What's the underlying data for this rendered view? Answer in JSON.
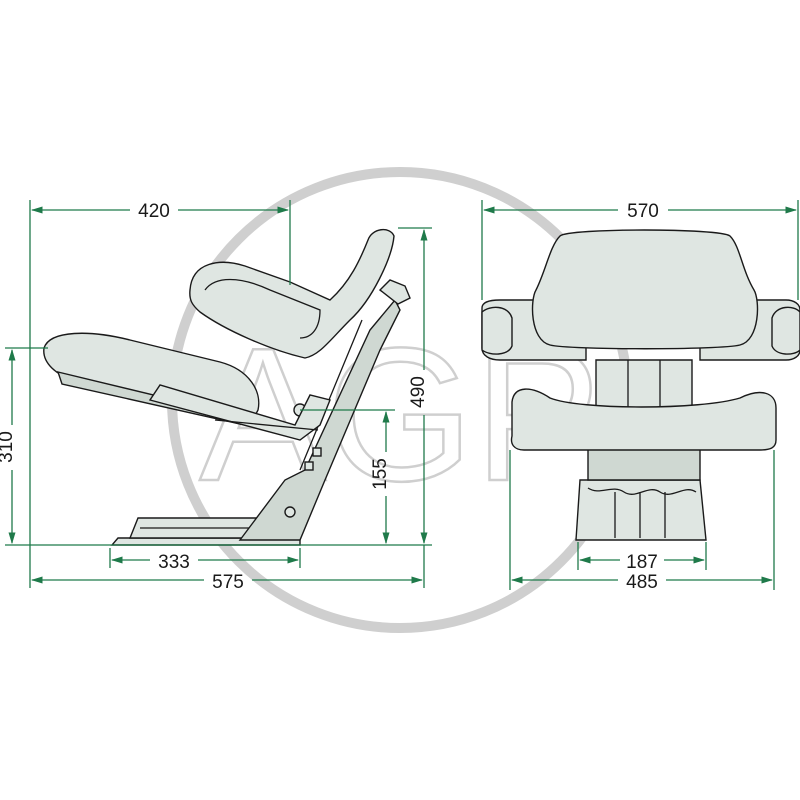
{
  "watermark": {
    "text": "AGP",
    "color": "#cfcfcf"
  },
  "colors": {
    "dimension_line": "#1f7a4a",
    "seat_fill": "#dfe6e2",
    "outline": "#1a1a1a"
  },
  "side_view": {
    "dims": {
      "top_width": "420",
      "overall_height": "310",
      "height_right": "490",
      "height_pivot": "155",
      "base_length": "333",
      "overall_length": "575"
    }
  },
  "front_view": {
    "dims": {
      "overall_width": "570",
      "base_width": "187",
      "seat_width": "485"
    }
  }
}
